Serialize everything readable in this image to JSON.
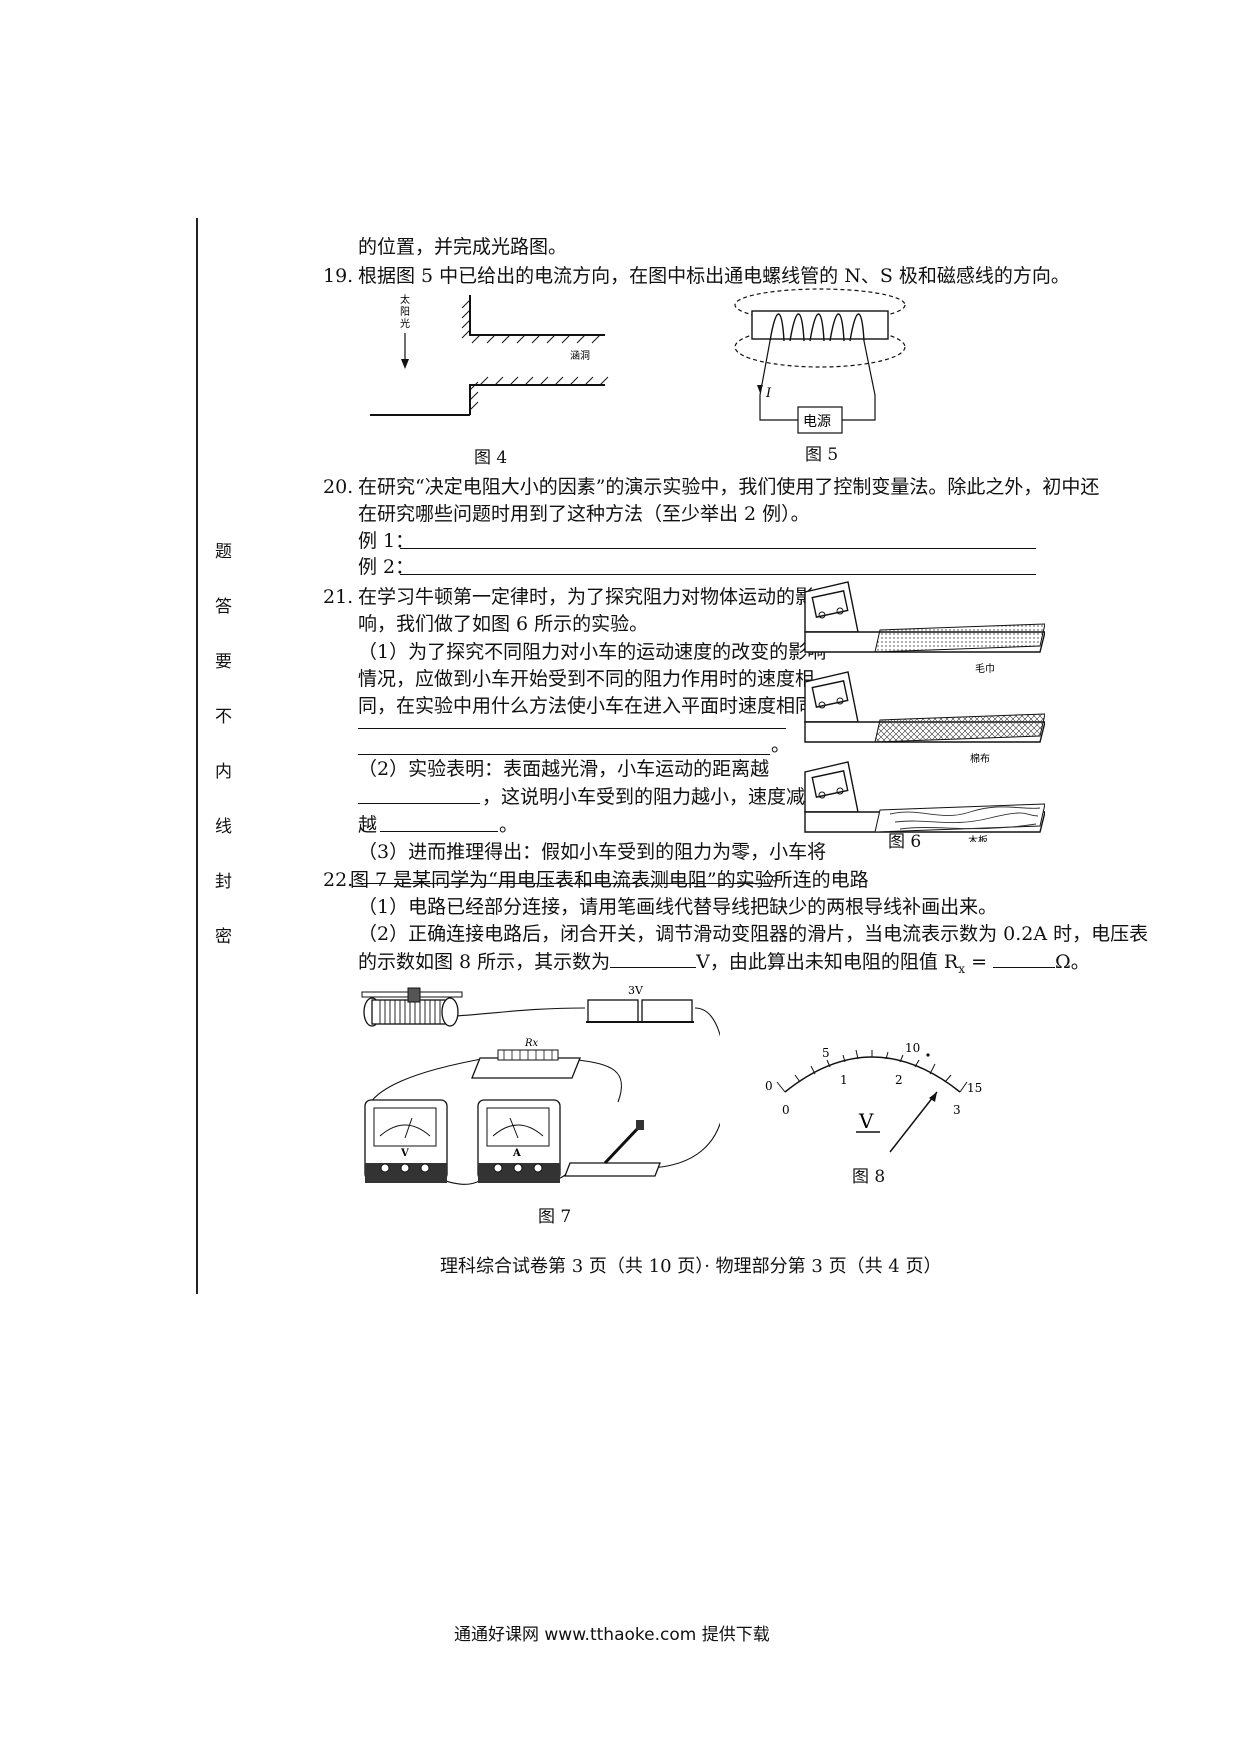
{
  "margin_seal": [
    "密",
    "封",
    "线",
    "内",
    "不",
    "要",
    "答",
    "题"
  ],
  "intro_line": "的位置，并完成光路图。",
  "q19": {
    "num": "19.",
    "text": "根据图 5 中已给出的电流方向，在图中标出通电螺线管的 N、S 极和磁感线的方向。"
  },
  "fig4": {
    "caption": "图 4",
    "sunlight": [
      "太",
      "阳",
      "光"
    ],
    "label_right": "涵洞"
  },
  "fig5": {
    "caption": "图 5",
    "power": "电源",
    "current": "I"
  },
  "q20": {
    "num": "20.",
    "line1": "在研究“决定电阻大小的因素”的演示实验中，我们使用了控制变量法。除此之外，初中还",
    "line2": "在研究哪些问题时用到了这种方法（至少举出 2 例）。",
    "ex1": "例 1：",
    "ex2": "例 2："
  },
  "q21": {
    "num": "21.",
    "line1": "在学习牛顿第一定律时，为了探究阻力对物体运动的影",
    "line2": "响，我们做了如图 6 所示的实验。",
    "p1_l1": "（1）为了探究不同阻力对小车的运动速度的改变的影响",
    "p1_l2": "情况，应做到小车开始受到不同的阻力作用时的速度相",
    "p1_l3": "同，在实验中用什么方法使小车在进入平面时速度相同？",
    "period": "。",
    "p2_l1": "（2）实验表明：表面越光滑，小车运动的距离越",
    "p2_l2": "，这说明小车受到的阻力越小，速度减小得",
    "p2_l3a": "越",
    "p2_l3b": "。",
    "p3_l1": "（3）进而推理得出：假如小车受到的阻力为零，小车将",
    "fig6_caption": "图 6",
    "surfaces": [
      "毛巾",
      "棉布",
      "木板"
    ]
  },
  "q22": {
    "num": "22.",
    "line1": "图 7 是某同学为“用电压表和电流表测电阻”的实验所连的电路",
    "line2": "（1）电路已经部分连接，请用笔画线代替导线把缺少的两根导线补画出来。",
    "line3": "（2）正确连接电路后，闭合开关，调节滑动变阻器的滑片，当电流表示数为 0.2A 时，电压表",
    "line4a": "的示数如图 8 所示，其示数为",
    "line4b": "V，由此算出未知电阻的阻值 R",
    "line4sub": "x",
    "line4c": " = ",
    "line4d": "Ω。"
  },
  "fig7": {
    "caption": "图 7",
    "battery": "3V",
    "resistor": "Rx",
    "voltmeter_letter": "V",
    "ammeter_letter": "A"
  },
  "fig8": {
    "caption": "图 8",
    "meter_letter": "V",
    "outer_scale": [
      "0",
      "5",
      "10",
      "15"
    ],
    "inner_scale": [
      "0",
      "1",
      "2",
      "3"
    ],
    "needle_reading_inner": 2.4
  },
  "page_footer": "理科综合试卷第 3 页（共 10 页）· 物理部分第 3 页（共 4 页）",
  "watermark": "通通好课网  www.tthaoke.com  提供下载"
}
